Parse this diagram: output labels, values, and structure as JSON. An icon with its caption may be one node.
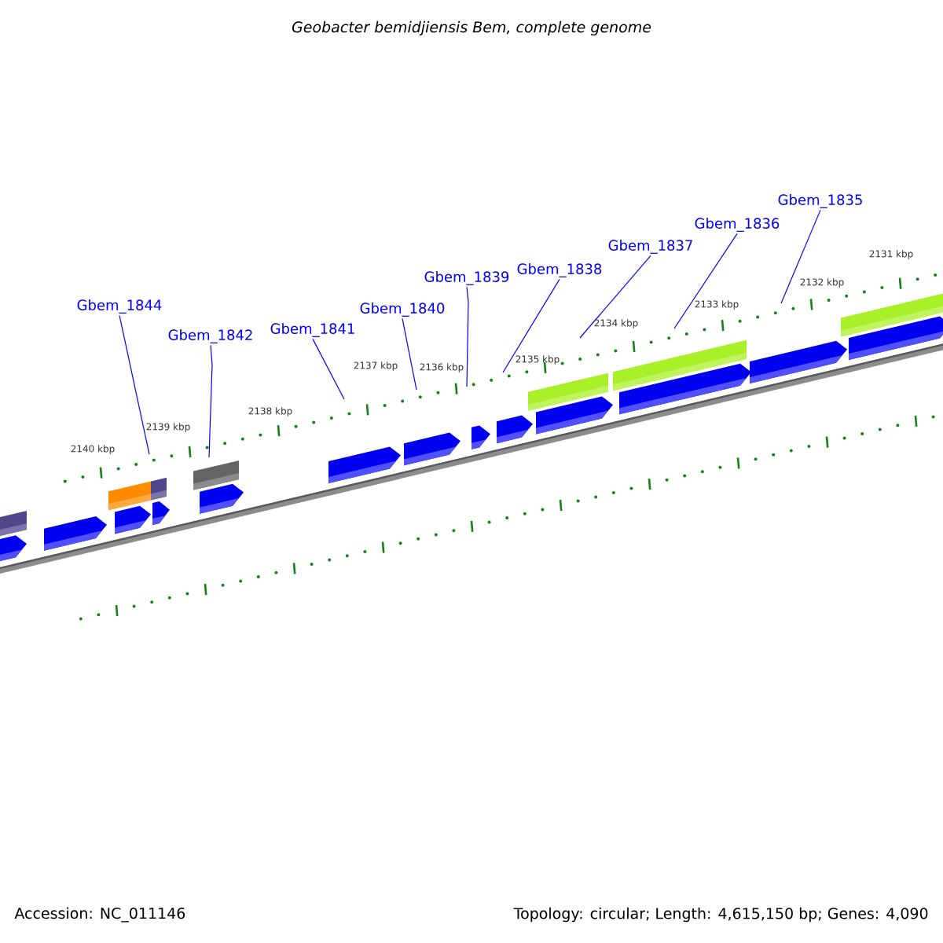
{
  "diagram": {
    "title": "Geobacter bemidjiensis Bem, complete genome",
    "nodes": [
      {
        "text": [
          "Gbem_1844"
        ]
      },
      {
        "text": [
          "Gbem_1842"
        ]
      },
      {
        "text": [
          "Gbem_1841"
        ]
      },
      {
        "text": [
          "Gbem_1840"
        ]
      },
      {
        "text": [
          "Gbem_1839"
        ]
      },
      {
        "text": [
          "Gbem_1838"
        ]
      },
      {
        "text": [
          "Gbem_1837"
        ]
      },
      {
        "text": [
          "Gbem_1836"
        ]
      },
      {
        "text": [
          "Gbem_1835"
        ]
      }
    ],
    "edges": [
      {
        "from": 0,
        "to": null,
        "arrow": "none"
      },
      {
        "from": 1,
        "to": null,
        "arrow": "none"
      },
      {
        "from": 2,
        "to": null,
        "arrow": "none"
      },
      {
        "from": 3,
        "to": null,
        "arrow": "none"
      },
      {
        "from": 4,
        "to": null,
        "arrow": "none"
      },
      {
        "from": 5,
        "to": null,
        "arrow": "none"
      },
      {
        "from": 6,
        "to": null,
        "arrow": "none"
      },
      {
        "from": 7,
        "to": null,
        "arrow": "none"
      },
      {
        "from": 8,
        "to": null,
        "arrow": "none"
      }
    ],
    "labels": [
      "2140 kbp",
      "2139 kbp",
      "2138 kbp",
      "2137 kbp",
      "2136 kbp",
      "2135 kbp",
      "2134 kbp",
      "2133 kbp",
      "2132 kbp",
      "2131 kbp",
      "Accession: NC_011146",
      "Topology: circular; Length: 4,615,150 bp; Genes: 4,090"
    ]
  }
}
